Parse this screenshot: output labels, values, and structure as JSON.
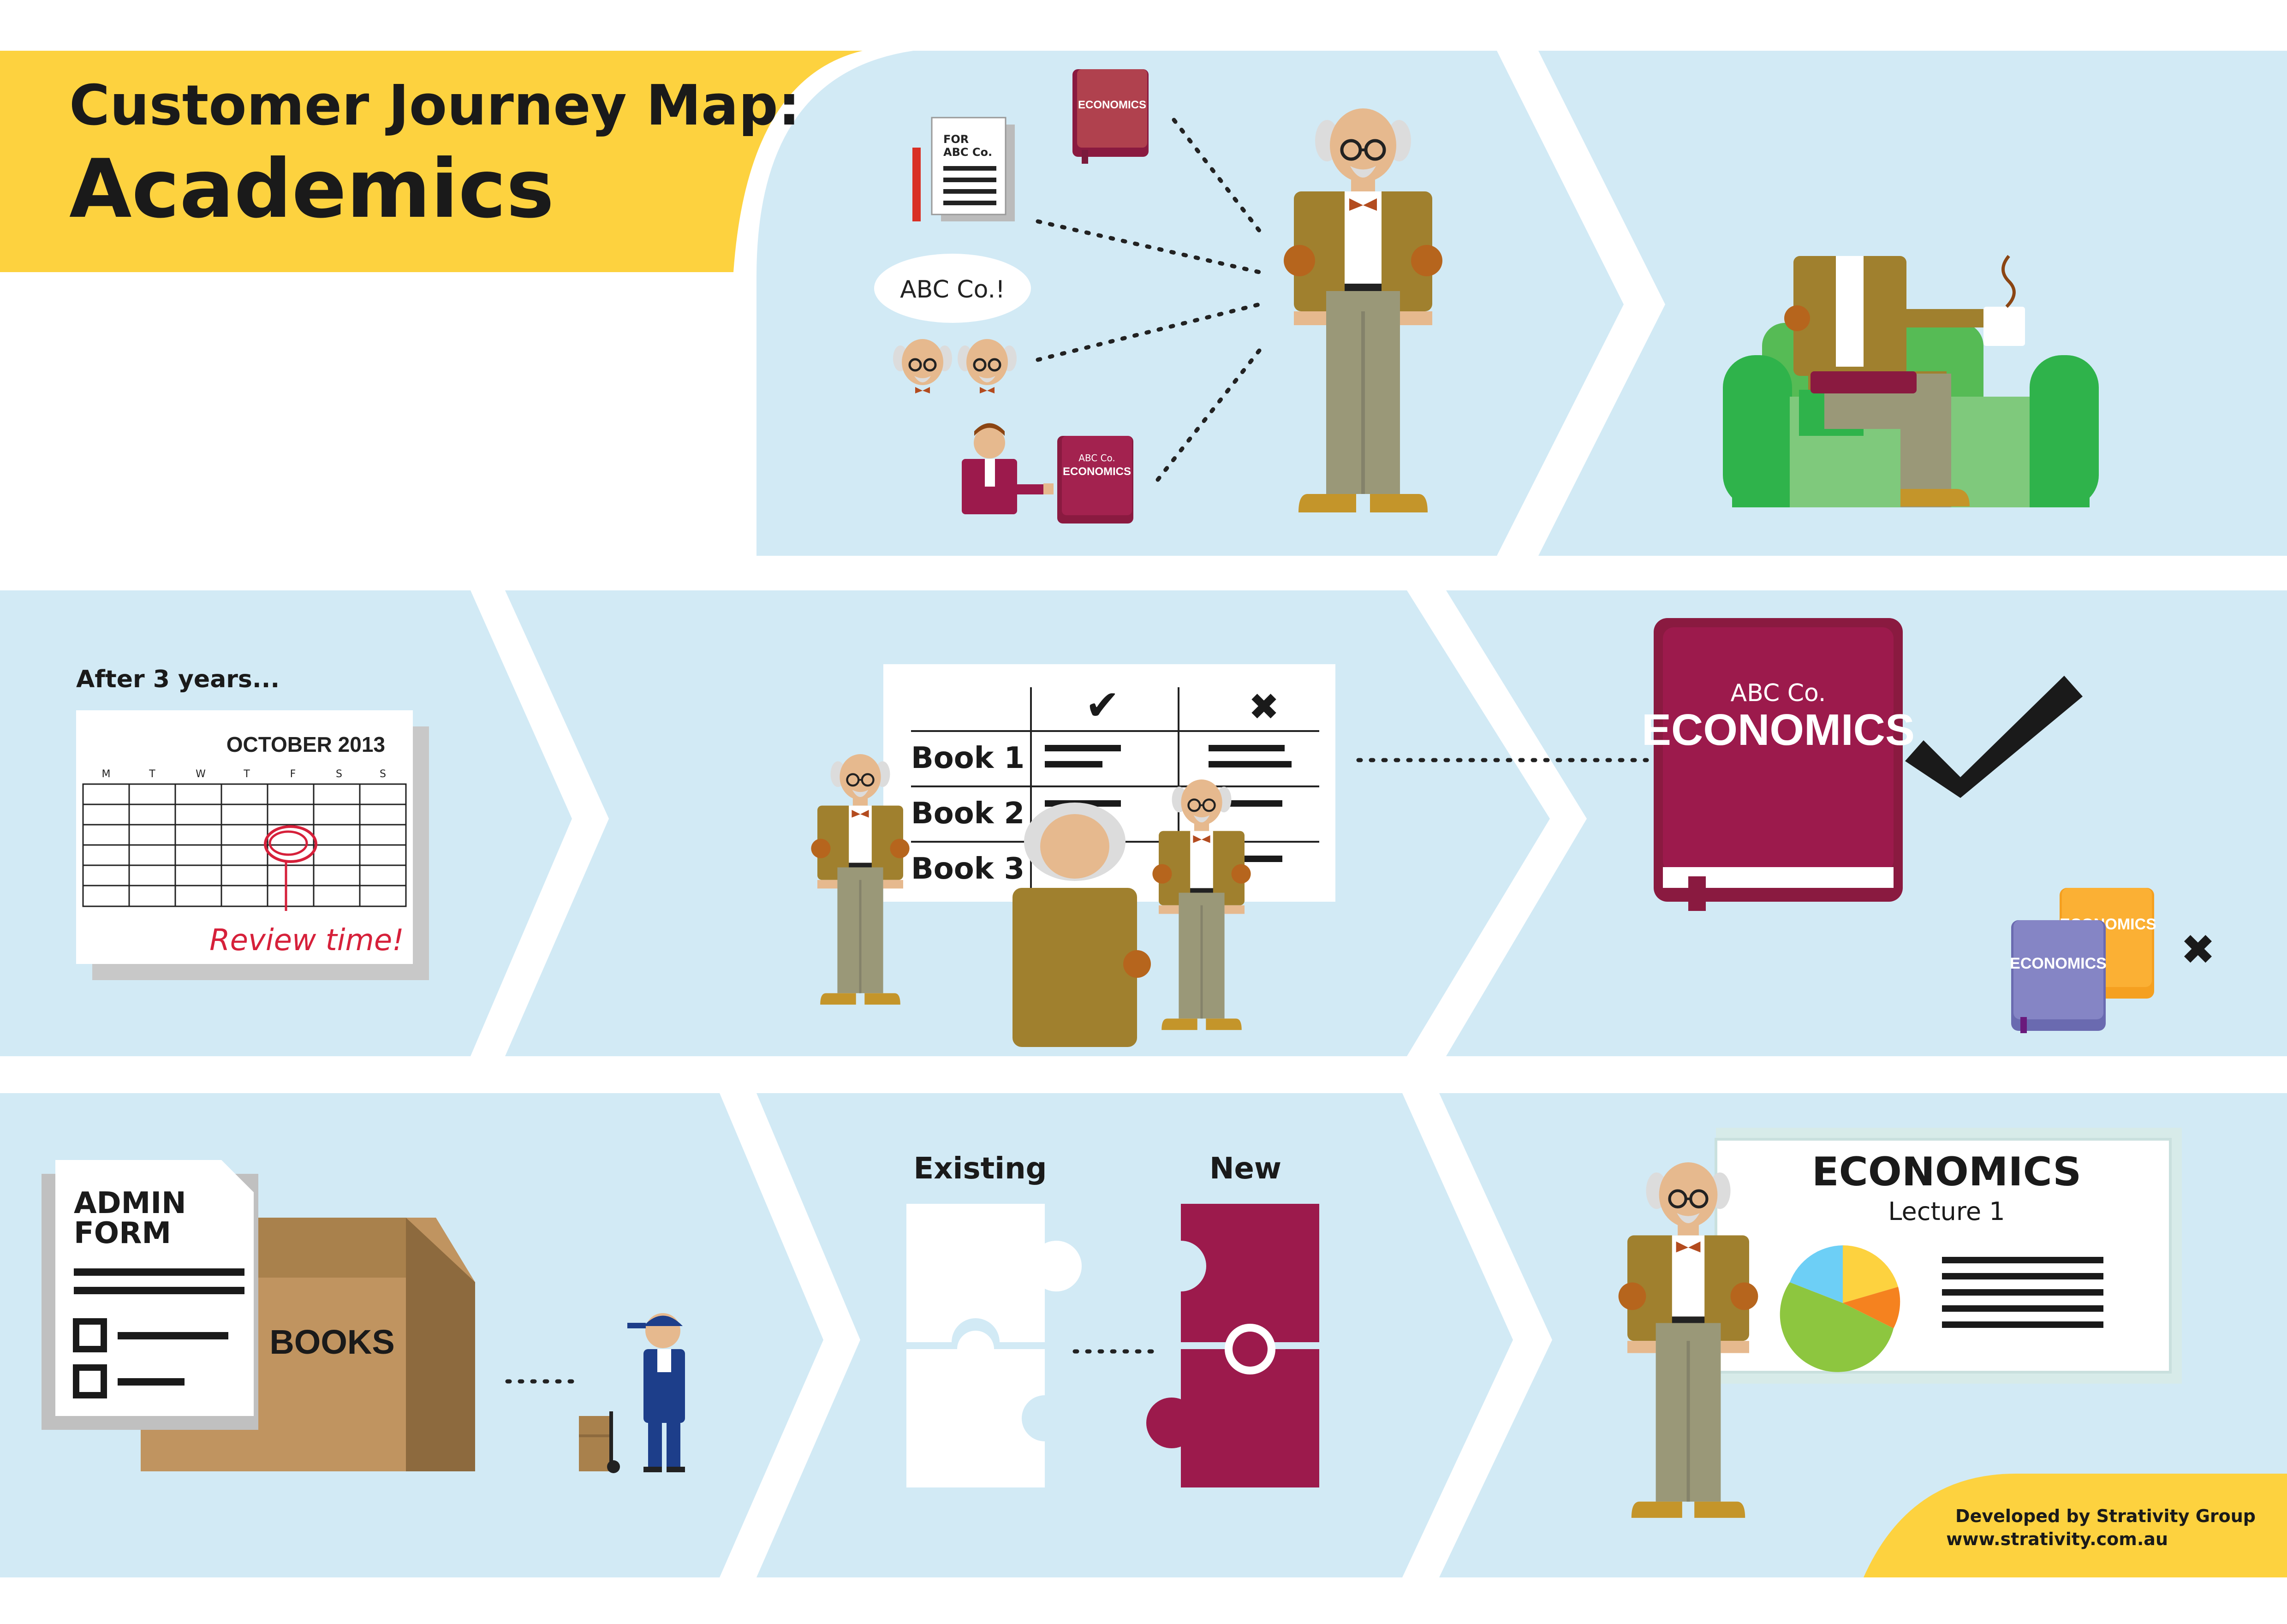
{
  "title": {
    "line1": "Customer Journey Map:",
    "line2": "Academics"
  },
  "stage1": {
    "doc_line1": "FOR",
    "doc_line2": "ABC Co.",
    "book_top": "ECONOMICS",
    "speech": "ABC Co.!",
    "book_rep_line1": "ABC Co.",
    "book_rep_line2": "ECONOMICS"
  },
  "stage3": {
    "after": "After 3 years...",
    "month": "OCTOBER 2013",
    "days": [
      "M",
      "T",
      "W",
      "T",
      "F",
      "S",
      "S"
    ],
    "review": "Review time!"
  },
  "stage4": {
    "books": [
      "Book 1",
      "Book 2",
      "Book 3"
    ],
    "check": "✔",
    "cross": "✖"
  },
  "stage5": {
    "big_line1": "ABC Co.",
    "big_line2": "ECONOMICS",
    "small1": "ECONOMICS",
    "small2": "ECONOMICS",
    "cross": "✖"
  },
  "stage6": {
    "form_line1": "ADMIN",
    "form_line2": "FORM",
    "box": "BOOKS"
  },
  "stage7": {
    "existing": "Existing",
    "new": "New"
  },
  "stage8": {
    "title": "ECONOMICS",
    "subtitle": "Lecture 1"
  },
  "credits": {
    "line1": "Developed by Strativity Group",
    "line2": "www.strativity.com.au"
  },
  "colors": {
    "panel": "#d2eaf5",
    "yellow": "#fdd23f",
    "maroon": "#9c1a4c",
    "jacket": "#a0802e",
    "green": "#2fb34b"
  }
}
